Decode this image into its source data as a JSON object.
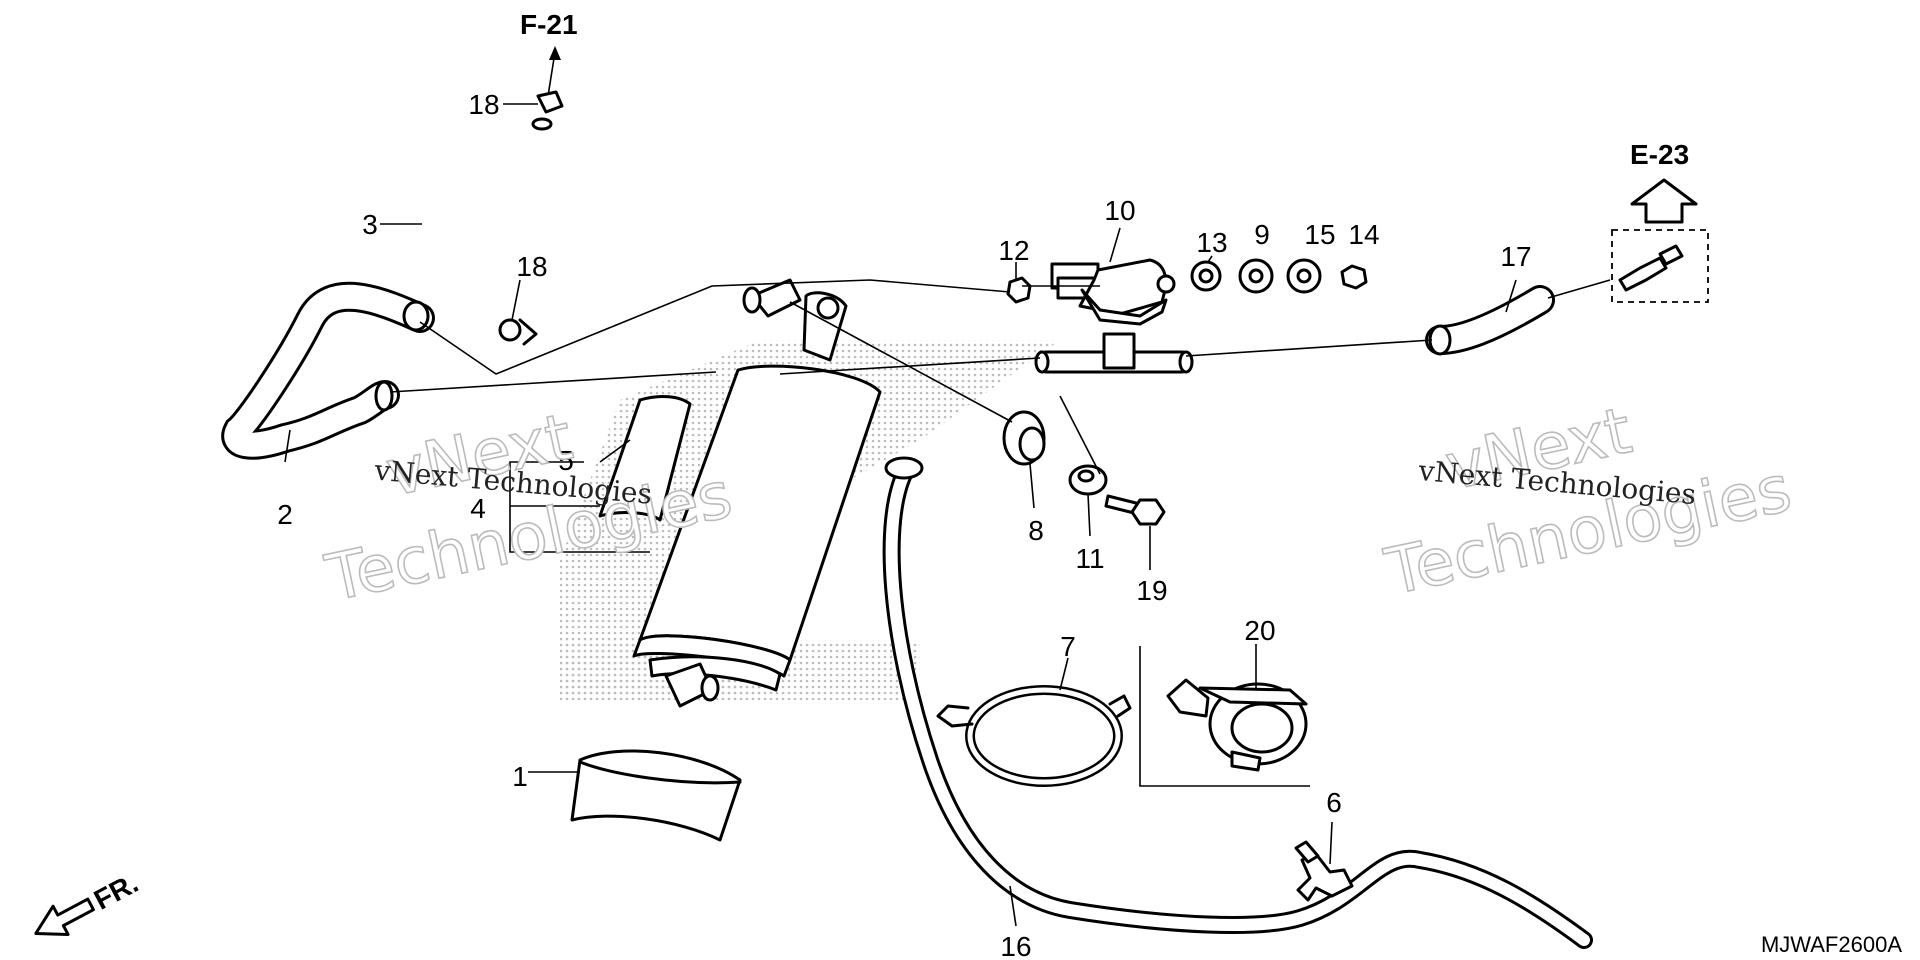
{
  "references": {
    "top": "F-21",
    "right": "E-23"
  },
  "callouts": [
    "1",
    "2",
    "3",
    "4",
    "5",
    "6",
    "7",
    "8",
    "9",
    "10",
    "11",
    "12",
    "13",
    "14",
    "15",
    "16",
    "17",
    "18",
    "18",
    "19",
    "20"
  ],
  "direction_label": "FR.",
  "diagram_code": "MJWAF2600A",
  "watermark": {
    "small": "vNext Technologies",
    "big_line1": "vNext",
    "big_line2": "Technologies"
  }
}
